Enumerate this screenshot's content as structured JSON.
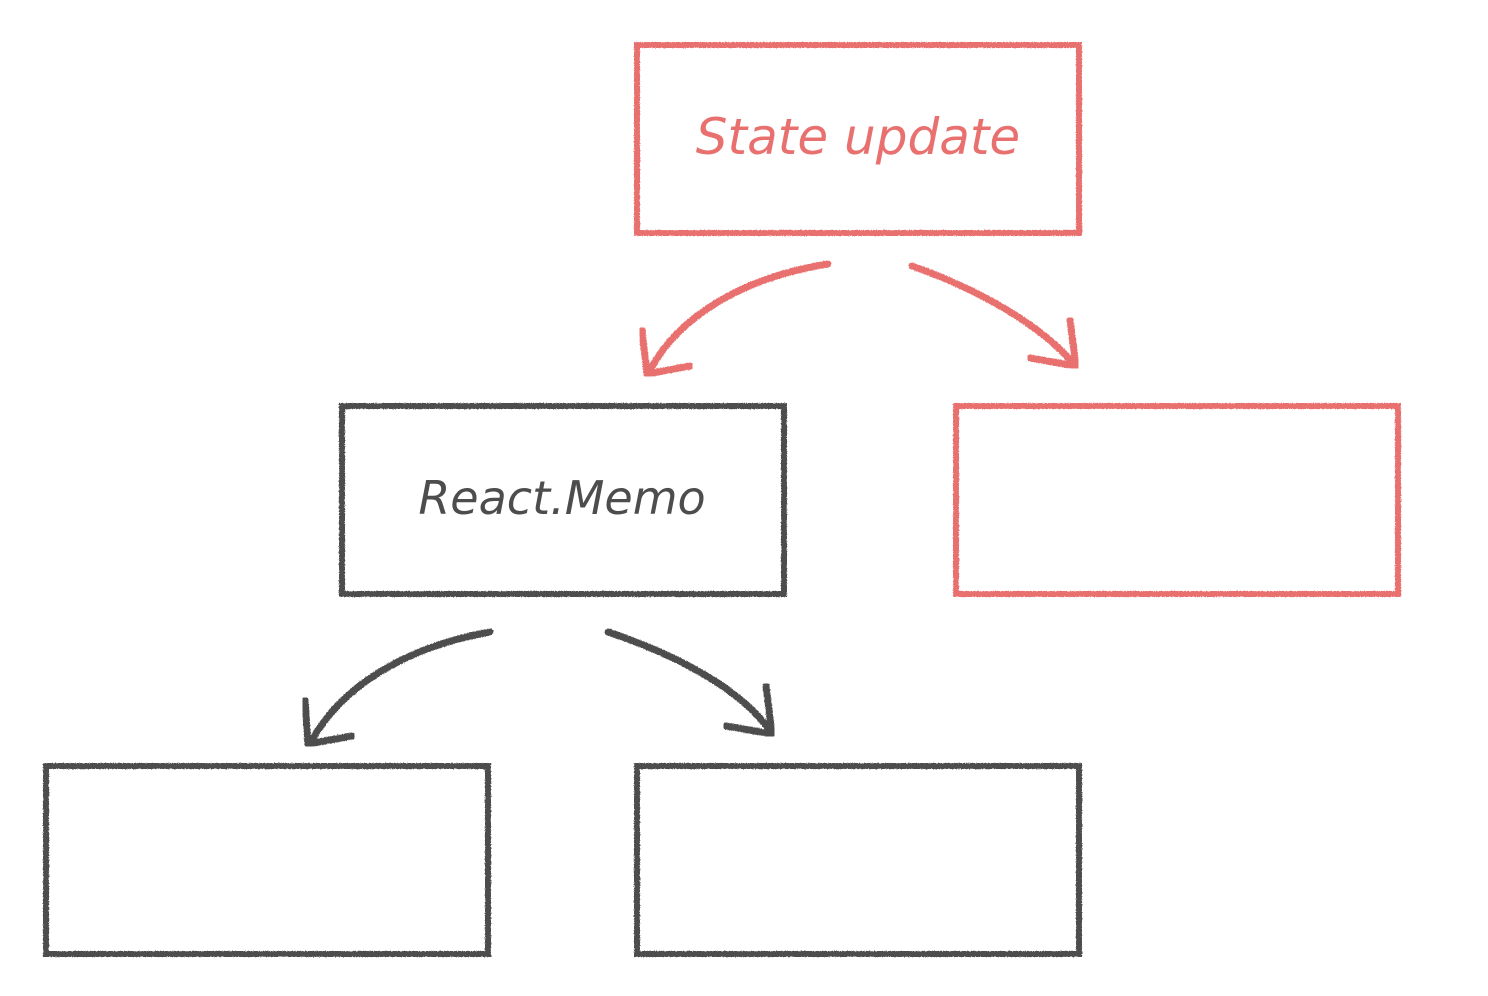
{
  "colors": {
    "updated": "#e8716f",
    "memoized": "#4d4d4d",
    "background": "#ffffff"
  },
  "nodes": {
    "root": {
      "label": "State update",
      "status": "updated"
    },
    "memo": {
      "label": "React.Memo",
      "status": "memoized"
    },
    "right": {
      "label": "",
      "status": "updated"
    },
    "memo_child_left": {
      "label": "",
      "status": "memoized"
    },
    "memo_child_right": {
      "label": "",
      "status": "memoized"
    }
  },
  "edges": [
    {
      "from": "root",
      "to": "memo",
      "status": "updated"
    },
    {
      "from": "root",
      "to": "right",
      "status": "updated"
    },
    {
      "from": "memo",
      "to": "memo_child_left",
      "status": "memoized"
    },
    {
      "from": "memo",
      "to": "memo_child_right",
      "status": "memoized"
    }
  ]
}
